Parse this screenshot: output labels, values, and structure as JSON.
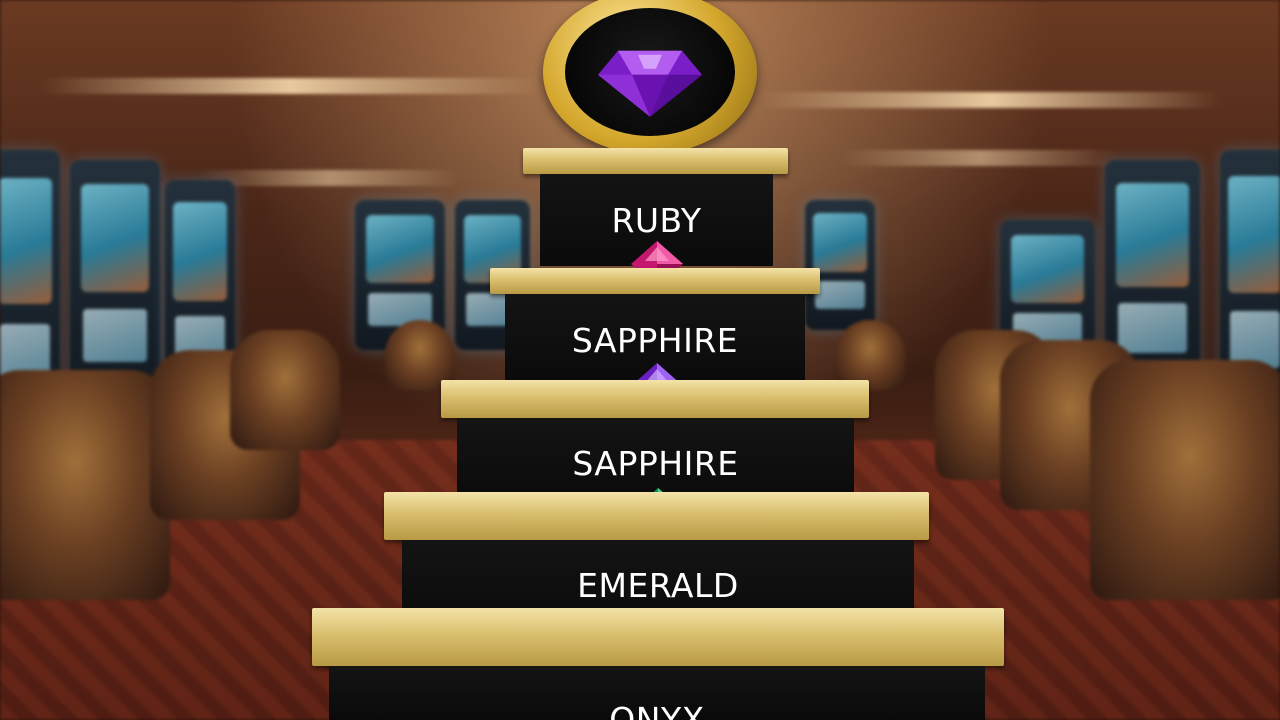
{
  "scene": {
    "top_gem": {
      "icon": "purple-diamond-gem-icon",
      "color": "#8a2fd6"
    }
  },
  "tiers": [
    {
      "label": "RUBY",
      "gem_icon": "ruby-gem-icon",
      "gem_color": "#d81f7a"
    },
    {
      "label": "SAPPHIRE",
      "gem_icon": "amethyst-gem-icon",
      "gem_color": "#7a2bd0"
    },
    {
      "label": "SAPPHIRE",
      "gem_icon": "emerald-gem-icon",
      "gem_color": "#1fa25a"
    },
    {
      "label": "EMERALD",
      "gem_icon": "emerald-gem-icon",
      "gem_color": "#22b04a"
    },
    {
      "label": "ONYX"
    }
  ],
  "colors": {
    "gold": "#d9bf6e",
    "block": "#0c0c0c",
    "text": "#ffffff"
  }
}
